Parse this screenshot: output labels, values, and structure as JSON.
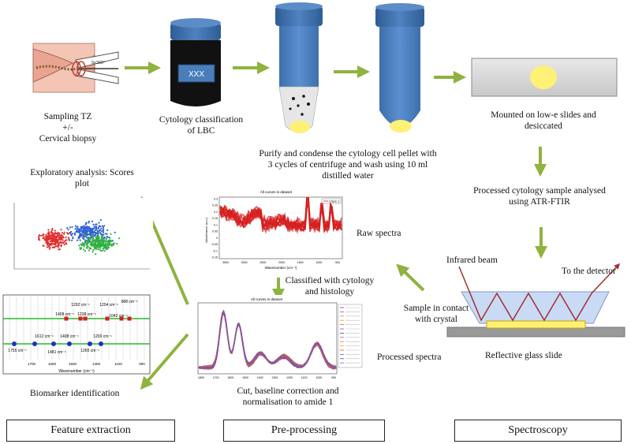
{
  "labels": {
    "sampling_tz": "Sampling TZ",
    "plus_minus": "+/-",
    "cervical_biopsy": "Cervical biopsy",
    "cytology_classification": "Cytology classification",
    "of_lbc": "of LBC",
    "purify_line1": "Purify and condense the cytology cell pellet with",
    "purify_line2": "3 cycles of centrifuge and wash using 10 ml",
    "purify_line3": "distilled water",
    "mounted_line1": "Mounted on low-e slides and",
    "mounted_line2": "desiccated",
    "processed_line1": "Processed cytology sample analysed",
    "processed_line2": "using ATR-FTIR",
    "infrared_beam": "Infrared beam",
    "to_detector": "To the detector",
    "sample_contact_line1": "Sample in contact",
    "sample_contact_line2": "with crystal",
    "reflective_slide": "Reflective glass slide",
    "raw_spectra": "Raw spectra",
    "classified_line1": "Classified with cytology",
    "classified_line2": "and histology",
    "processed_spectra": "Processed spectra",
    "cut_line1": "Cut, baseline correction and",
    "cut_line2": "normalisation to amide 1",
    "exploratory_line1": "Exploratory analysis:  Scores",
    "exploratory_line2": "plot",
    "biomarker": "Biomarker identification",
    "tube_label": "XXX",
    "rotation_label": "5x360°"
  },
  "raw_chart": {
    "title": "All curves in dataset",
    "legend": "Class 1",
    "xlabel": "Wavenumber (cm⁻¹)",
    "ylabel": "Absorbance (a.u.)",
    "xticks": [
      "3500",
      "3000",
      "2500",
      "2000",
      "1500",
      "1000",
      "500"
    ],
    "yticks": [
      "0.3",
      "0.25",
      "0.2",
      "0.15",
      "0.1",
      "0.05",
      "0",
      "-0.05",
      "-0.1",
      "-0.15"
    ]
  },
  "proc_chart": {
    "title": "All curves in dataset",
    "xticks": [
      "1800",
      "1700",
      "1600",
      "1500",
      "1400",
      "1300",
      "1200",
      "1100",
      "1000",
      "900"
    ]
  },
  "biomarker_chart": {
    "xlabel": "Wavenumber (cm⁻¹)",
    "xticks": [
      "1700",
      "1600",
      "1500",
      "1300",
      "1100",
      "900"
    ],
    "peaks_top": [
      "1292 cm⁻¹",
      "1204 cm⁻¹",
      "988 cm⁻¹",
      "1408 cm⁻¹",
      "1238 cm⁻¹",
      "1042 cm⁻¹"
    ],
    "peaks_bottom": [
      "1612 cm⁻¹",
      "1755 cm⁻¹",
      "1481 cm⁻¹",
      "1408 cm⁻¹",
      "1200 cm⁻¹",
      "1265 cm⁻¹"
    ]
  },
  "footer": {
    "feature_extraction": "Feature extraction",
    "pre_processing": "Pre-processing",
    "spectroscopy": "Spectroscopy"
  },
  "colors": {
    "arrow_green": "#8eb33f",
    "tube_blue": "#4a7ebb",
    "cap_blue": "#3f6fa6",
    "pellet_yellow": "#fff176",
    "raw_red": "#d62020",
    "proc_orange": "#f07f1c",
    "scatter_red": "#e03030",
    "scatter_blue": "#3060d0",
    "scatter_green": "#30b040",
    "crystal": "#c9daf5",
    "beam": "#a03030"
  }
}
